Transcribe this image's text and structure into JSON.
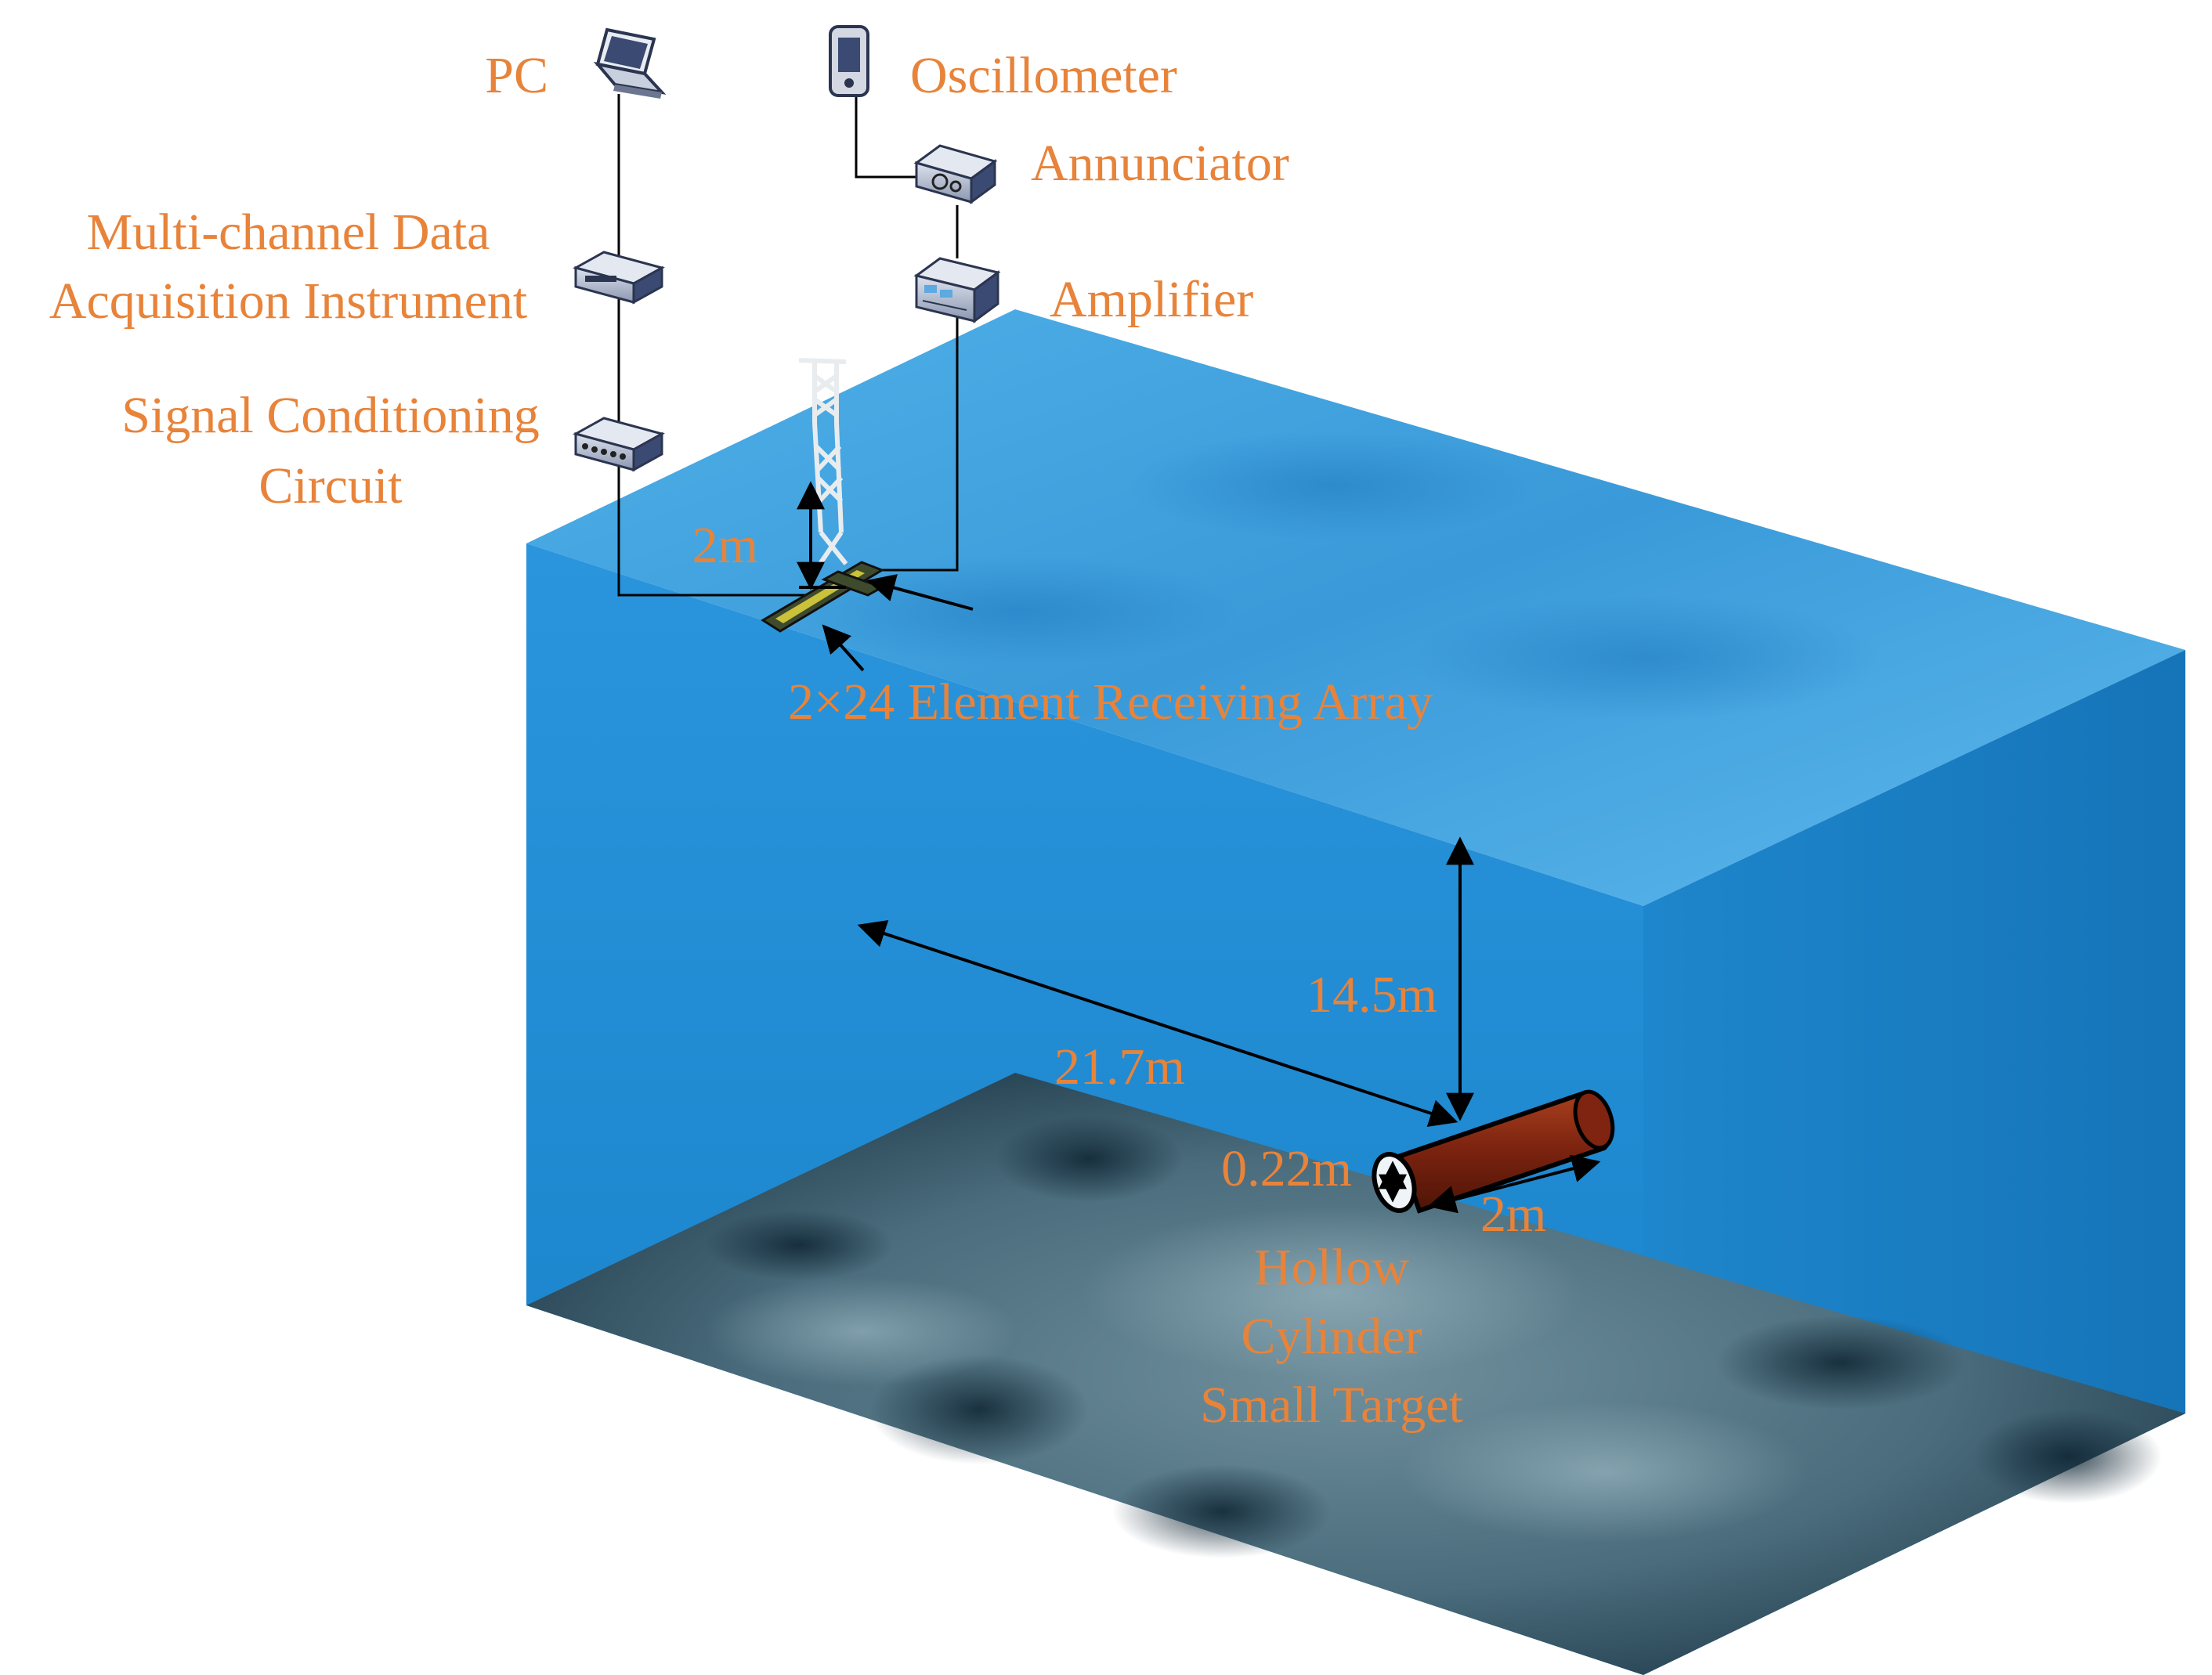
{
  "colors": {
    "label": "#E8833A",
    "water_top": "#3A9AD9",
    "water_side": "#1E88D2",
    "water_right": "#1979BF",
    "seabed": "#3C6273",
    "cylinder": "#8B2A12",
    "line": "#000000"
  },
  "labels": {
    "pc": "PC",
    "oscillometer": "Oscillometer",
    "annunciator": "Annunciator",
    "amplifier": "Amplifier",
    "daq_line1": "Multi-channel Data",
    "daq_line2": "Acquisition Instrument",
    "scc_line1": "Signal Conditioning",
    "scc_line2": "Circuit",
    "array_height": "2m",
    "array": "2×24 Element Receiving Array",
    "depth": "14.5m",
    "range": "21.7m",
    "diameter": "0.22m",
    "length": "2m",
    "target_line1": "Hollow",
    "target_line2": "Cylinder",
    "target_line3": "Small Target"
  },
  "icons": {
    "pc": "laptop-icon",
    "oscillometer": "handheld-device-icon",
    "annunciator": "box-device-icon",
    "amplifier": "rack-device-icon",
    "daq": "box-device-icon",
    "scc": "box-device-icon"
  }
}
